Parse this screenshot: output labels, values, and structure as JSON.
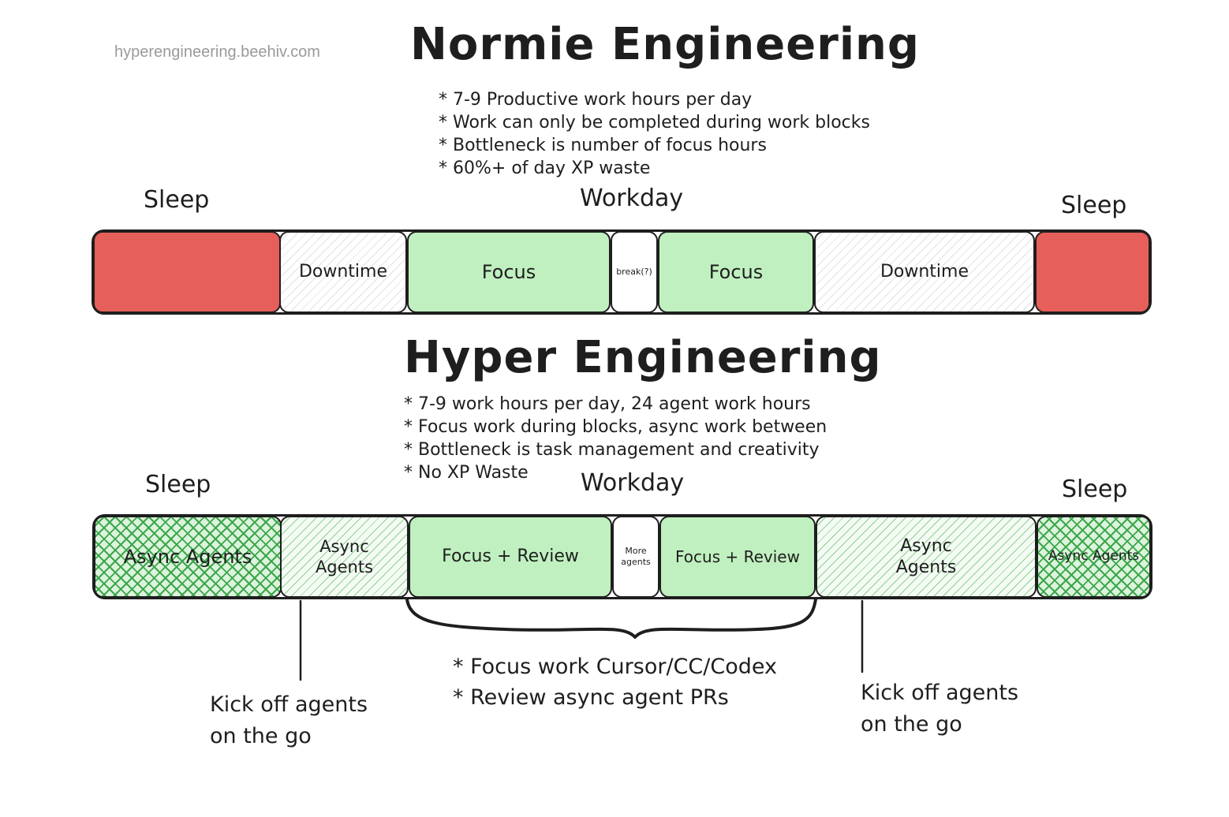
{
  "watermark": "hyperengineering.beehiv.com",
  "normie": {
    "title": "Normie Engineering",
    "bullets": [
      "* 7-9 Productive work hours per day",
      "* Work can only be completed during work blocks",
      "* Bottleneck is number of focus hours",
      "* 60%+ of day XP waste"
    ],
    "label_sleep_left": "Sleep",
    "label_workday": "Workday",
    "label_sleep_right": "Sleep",
    "segments": [
      "",
      "Downtime",
      "Focus",
      "break(?)",
      "Focus",
      "Downtime",
      ""
    ]
  },
  "hyper": {
    "title": "Hyper Engineering",
    "bullets": [
      "* 7-9 work hours per day, 24 agent work hours",
      "* Focus work during blocks, async work between",
      "* Bottleneck is task management and creativity",
      "* No XP Waste"
    ],
    "label_sleep_left": "Sleep",
    "label_workday": "Workday",
    "label_sleep_right": "Sleep",
    "segments": [
      {
        "line1": "Async Agents",
        "line2": ""
      },
      {
        "line1": "Async",
        "line2": "Agents"
      },
      {
        "line1": "Focus + Review",
        "line2": ""
      },
      {
        "line1": "More",
        "line2": "agents"
      },
      {
        "line1": "Focus + Review",
        "line2": ""
      },
      {
        "line1": "Async",
        "line2": "Agents"
      },
      {
        "line1": "Async Agents",
        "line2": ""
      }
    ],
    "brace_notes": [
      "* Focus work Cursor/CC/Codex",
      "* Review async agent PRs"
    ],
    "callout_left": {
      "line1": "Kick off agents",
      "line2": "on the go"
    },
    "callout_right": {
      "line1": "Kick off agents",
      "line2": "on the go"
    }
  },
  "colors": {
    "sleep_red": "#e65f5a",
    "focus_green": "#c0f0c0",
    "agent_green": "#3aa64a",
    "ink": "#1e1e1e"
  }
}
